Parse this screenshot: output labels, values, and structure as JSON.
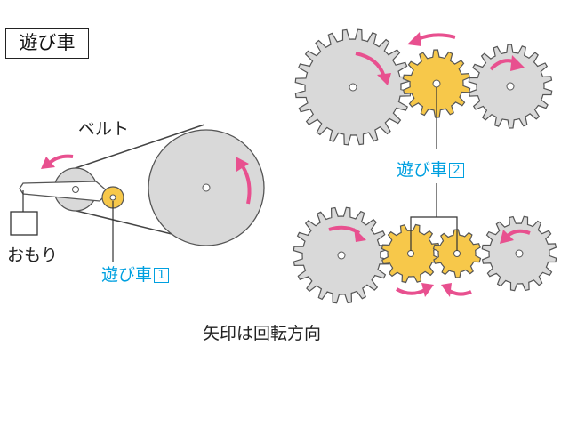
{
  "title": "遊び車",
  "labels": {
    "belt": "ベルト",
    "weight": "おもり",
    "idler1_text": "遊び車",
    "idler1_num": "1",
    "idler2_text": "遊び車",
    "idler2_num": "2",
    "caption": "矢印は回転方向"
  },
  "colors": {
    "gear_gray": "#d9d9d9",
    "idler_yellow": "#f7c84a",
    "arrow_pink": "#e8508f",
    "label_blue": "#00a0e0",
    "outline": "#555555"
  }
}
